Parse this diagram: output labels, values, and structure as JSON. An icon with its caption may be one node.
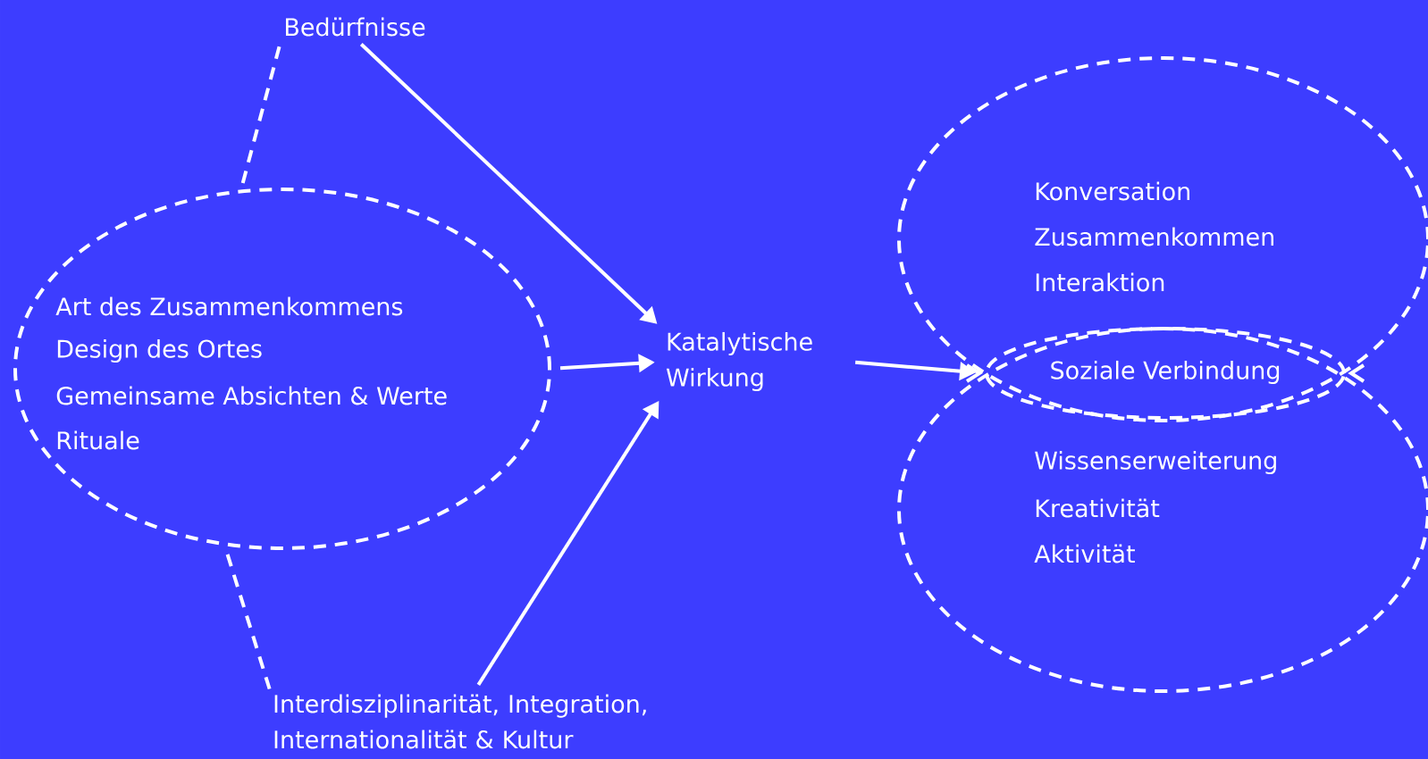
{
  "diagram": {
    "nodes": [
      {
        "text": [
          "Bedürfnisse"
        ]
      },
      {
        "text": [
          "Art des Zusammenkommens",
          "Design des Ortes",
          "Gemeinsame Absichten & Werte",
          "Rituale"
        ]
      },
      {
        "text": [
          "Katalytische Wirkung"
        ]
      },
      {
        "text": [
          "Konversation",
          "Zusammenkommen",
          "Interaktion"
        ]
      },
      {
        "text": [
          "Soziale Verbindung"
        ]
      },
      {
        "text": [
          "Wissenserweiterung",
          "Kreativität",
          "Aktivität"
        ]
      },
      {
        "text": [
          "Interdisziplinarität, Integration, Internationalität & Kultur"
        ]
      }
    ],
    "edges": [
      {
        "from": 0,
        "to": 1,
        "arrow": "none",
        "style": "dashed"
      },
      {
        "from": 0,
        "to": 2,
        "arrow": "to"
      },
      {
        "from": 1,
        "to": 2,
        "arrow": "to"
      },
      {
        "from": 6,
        "to": 2,
        "arrow": "to"
      },
      {
        "from": 1,
        "to": 6,
        "arrow": "none",
        "style": "dashed"
      },
      {
        "from": 2,
        "to": 4,
        "arrow": "to"
      }
    ]
  }
}
